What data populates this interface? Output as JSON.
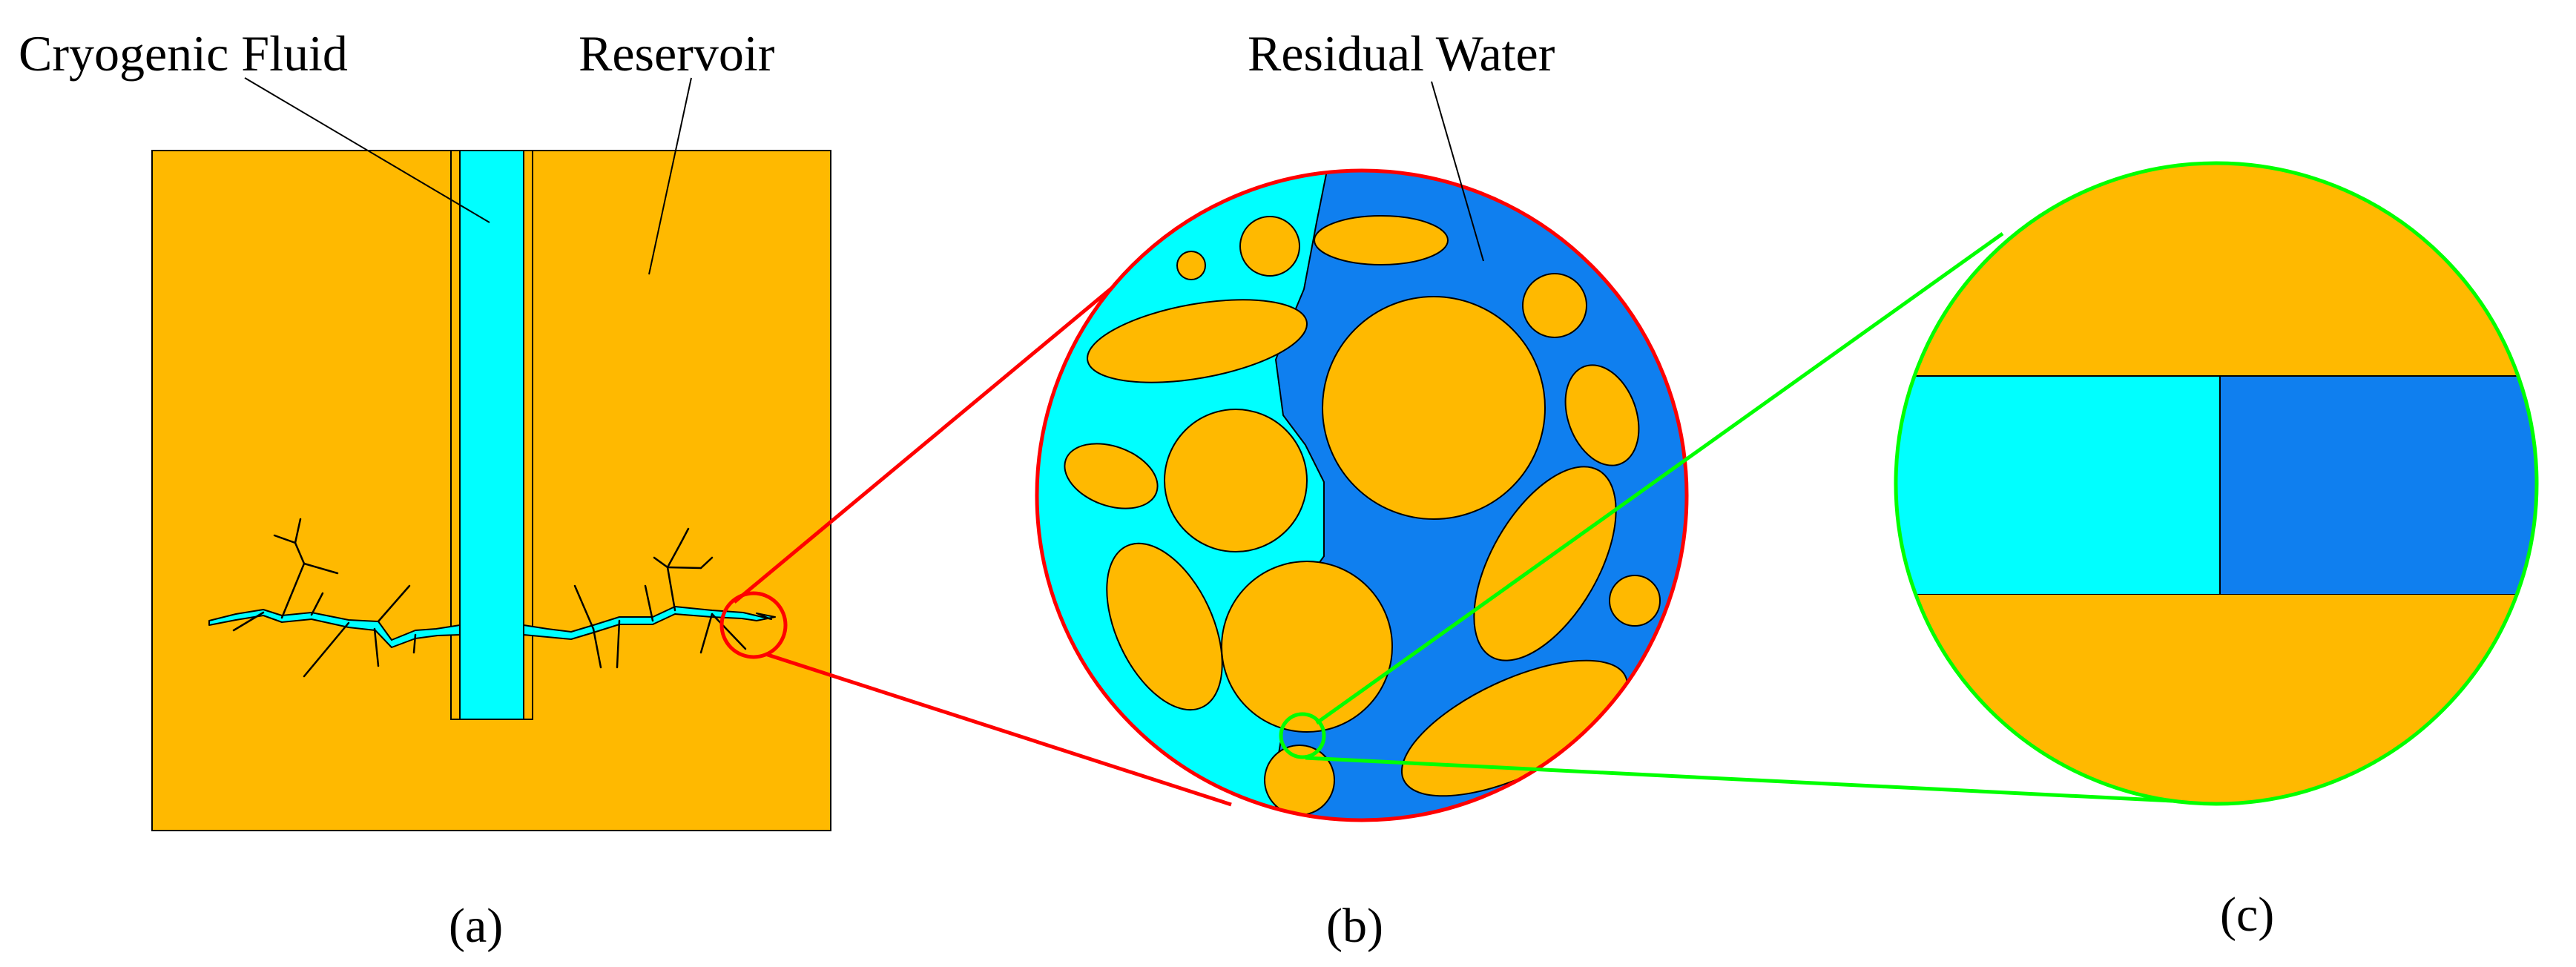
{
  "labels": {
    "cryogenic_fluid": "Cryogenic Fluid",
    "reservoir": "Reservoir",
    "residual_water": "Residual Water"
  },
  "panels": {
    "a": "(a)",
    "b": "(b)",
    "c": "(c)"
  },
  "colors": {
    "reservoir_rock": "#FFB900",
    "cryogenic_fluid": "#00FFFF",
    "residual_water": "#0F7FEF",
    "zoom_b_outline": "#FF0000",
    "zoom_c_outline": "#00FF00",
    "outline": "#000000",
    "background": "#FFFFFF"
  }
}
